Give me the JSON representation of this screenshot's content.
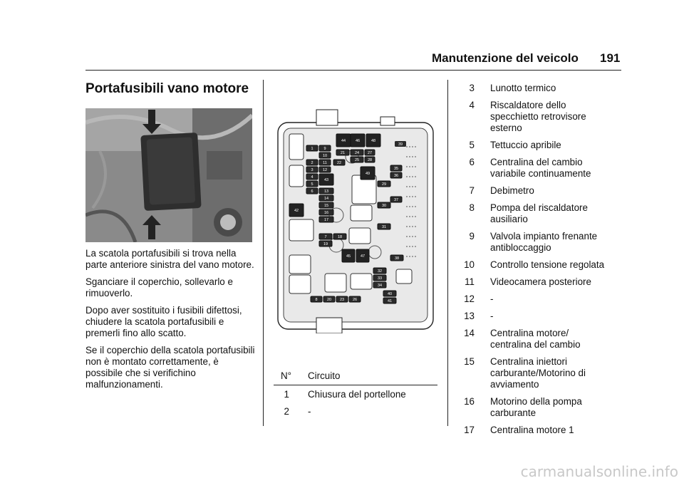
{
  "header": {
    "section": "Manutenzione del veicolo",
    "page": "191"
  },
  "left_column": {
    "title": "Portafusibili vano motore",
    "paragraphs": [
      "La scatola portafusibili si trova nella parte anteriore sinistra del vano motore.",
      "Sganciare il coperchio, sollevarlo e rimuoverlo.",
      "Dopo aver sostituito i fusibili difettosi, chiudere la scatola portafusibili e premerli fino allo scatto.",
      "Se il coperchio della scatola portafusibili non è montato correttamente, è possibile che si verifichino malfunzionamenti."
    ]
  },
  "diagram_labels": [
    "1",
    "2",
    "3",
    "4",
    "5",
    "6",
    "7",
    "8",
    "9",
    "10",
    "11",
    "12",
    "13",
    "14",
    "15",
    "16",
    "17",
    "18",
    "19",
    "20",
    "21",
    "22",
    "23",
    "24",
    "25",
    "26",
    "27",
    "28",
    "29",
    "30",
    "31",
    "32",
    "33",
    "34",
    "35",
    "36",
    "37",
    "38",
    "39",
    "40",
    "41",
    "42",
    "43",
    "44",
    "45",
    "46",
    "47",
    "48",
    "49"
  ],
  "table": {
    "col_num": "N°",
    "col_circuit": "Circuito",
    "rows": [
      {
        "n": "1",
        "t": "Chiusura del portellone"
      },
      {
        "n": "2",
        "t": "-"
      }
    ]
  },
  "right_column": {
    "items": [
      {
        "n": "3",
        "l1": "Lunotto termico",
        "l2": ""
      },
      {
        "n": "4",
        "l1": "Riscaldatore dello",
        "l2": "specchietto retrovisore esterno"
      },
      {
        "n": "5",
        "l1": "Tettuccio apribile",
        "l2": ""
      },
      {
        "n": "6",
        "l1": "Centralina del cambio",
        "l2": "variabile continuamente"
      },
      {
        "n": "7",
        "l1": "Debimetro",
        "l2": ""
      },
      {
        "n": "8",
        "l1": "Pompa del riscaldatore",
        "l2": "ausiliario"
      },
      {
        "n": "9",
        "l1": "Valvola impianto frenante",
        "l2": "antibloccaggio"
      },
      {
        "n": "10",
        "l1": "Controllo tensione regolata",
        "l2": ""
      },
      {
        "n": "11",
        "l1": "Videocamera posteriore",
        "l2": ""
      },
      {
        "n": "12",
        "l1": "-",
        "l2": ""
      },
      {
        "n": "13",
        "l1": "-",
        "l2": ""
      },
      {
        "n": "14",
        "l1": "Centralina motore/",
        "l2": "centralina del cambio"
      },
      {
        "n": "15",
        "l1": "Centralina iniettori",
        "l2": "carburante/Motorino di avviamento"
      },
      {
        "n": "16",
        "l1": "Motorino della pompa",
        "l2": "carburante"
      },
      {
        "n": "17",
        "l1": "Centralina motore 1",
        "l2": ""
      }
    ]
  },
  "watermark": "carmanualsonline.info"
}
